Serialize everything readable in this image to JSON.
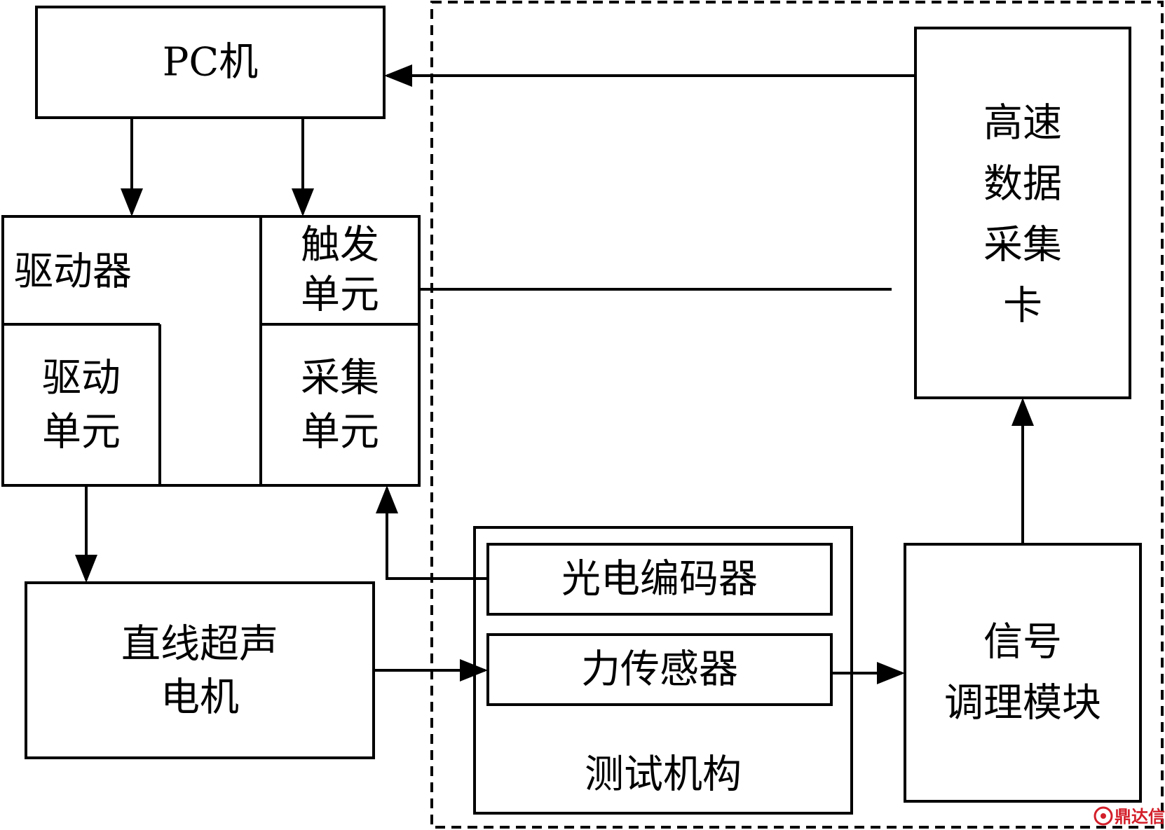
{
  "nodes": {
    "pc": "PC机",
    "driver": "驱动器",
    "trigger": [
      "触发",
      "单元"
    ],
    "drive_unit": [
      "驱动",
      "单元"
    ],
    "acquire_unit": [
      "采集",
      "单元"
    ],
    "motor": [
      "直线超声",
      "电机"
    ],
    "encoder": "光电编码器",
    "force_sensor": "力传感器",
    "test_mechanism": "测试机构",
    "signal_module": [
      "信号",
      "调理模块"
    ],
    "daq_card": [
      "高速",
      "数据",
      "采集",
      "卡"
    ]
  },
  "watermark": "鼎达信",
  "colors": {
    "line": "#000000",
    "watermark": "#d31f2a"
  }
}
